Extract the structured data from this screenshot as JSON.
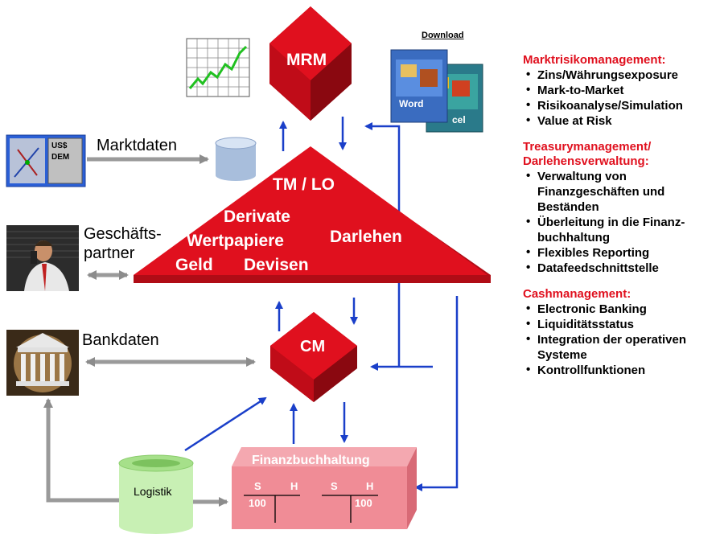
{
  "diagram": {
    "mrm": "MRM",
    "tmlo": "TM / LO",
    "derivate": "Derivate",
    "wertpapiere": "Wertpapiere",
    "darlehen": "Darlehen",
    "geld": "Geld",
    "devisen": "Devisen",
    "cm": "CM",
    "finanzbuchhaltung": "Finanzbuchhaltung",
    "logistik": "Logistik",
    "marktdaten": "Marktdaten",
    "geschaefts1": "Geschäfts-",
    "geschaefts2": "partner",
    "bankdaten": "Bankdaten",
    "download": "Download",
    "usd": "US$",
    "dem": "DEM",
    "word": "Word",
    "excel": "cel",
    "ledger": {
      "s1": "S",
      "h1": "H",
      "s2": "S",
      "h2": "H",
      "v1": "100",
      "v2": "100"
    }
  },
  "colors": {
    "red": "#e0101e",
    "blue": "#1a3fc9",
    "gray": "#8c8c8c",
    "pink": "#f08c96",
    "green": "#c8f0b4"
  },
  "icons": [
    "chart-icon",
    "database-icon",
    "currency-icon",
    "businessman-icon",
    "bank-icon",
    "software-box-icon"
  ],
  "panel": {
    "sections": [
      {
        "title": "Marktrisikomanagement:",
        "items": [
          "Zins/Währungsexposure",
          "Mark-to-Market",
          "Risikoanalyse/Simulation",
          "Value at Risk"
        ]
      },
      {
        "title": "Treasurymanagement/ Darlehensverwaltung:",
        "items": [
          "Verwaltung von Finanzgeschäften und Beständen",
          "Überleitung in die Finanz- buchhaltung",
          "Flexibles Reporting",
          "Datafeedschnittstelle"
        ]
      },
      {
        "title": "Cashmanagement:",
        "items": [
          "Electronic Banking",
          "Liquiditätsstatus",
          "Integration der operativen Systeme",
          "Kontrollfunktionen"
        ]
      }
    ]
  }
}
